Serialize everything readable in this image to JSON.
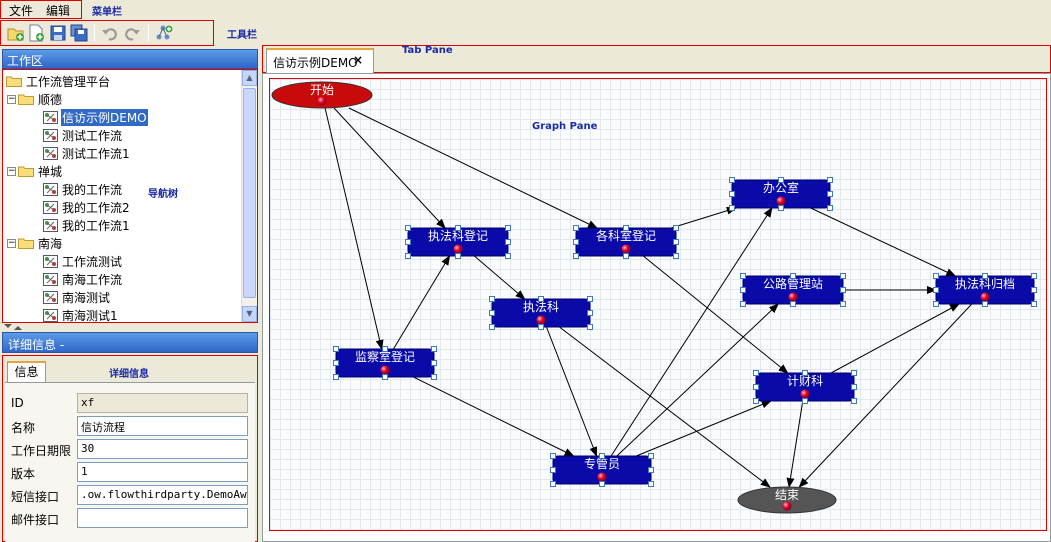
{
  "menu": {
    "items": [
      "文件",
      "编辑"
    ],
    "annotation": "菜单栏"
  },
  "toolbar": {
    "annotation": "工具栏",
    "buttons": [
      "new-folder-icon",
      "new-file-icon",
      "save-icon",
      "save-all-icon",
      "undo-icon",
      "redo-icon",
      "add-node-icon"
    ]
  },
  "nav": {
    "header": "工作区",
    "annotation": "导航树",
    "root": "工作流管理平台",
    "groups": [
      {
        "label": "顺德",
        "items": [
          "信访示例DEMO",
          "测试工作流",
          "测试工作流1"
        ]
      },
      {
        "label": "禅城",
        "items": [
          "我的工作流",
          "我的工作流2",
          "我的工作流1"
        ]
      },
      {
        "label": "南海",
        "items": [
          "工作流测试",
          "南海工作流",
          "南海测试",
          "南海测试1"
        ]
      }
    ],
    "selected": "信访示例DEMO"
  },
  "detail": {
    "header": "详细信息 -",
    "annotation": "详细信息",
    "tab": "信息",
    "fields": [
      {
        "label": "ID",
        "value": "xf",
        "readonly": true
      },
      {
        "label": "名称",
        "value": "信访流程",
        "readonly": false
      },
      {
        "label": "工作日期限",
        "value": "30",
        "readonly": false
      },
      {
        "label": "版本",
        "value": "1",
        "readonly": false
      },
      {
        "label": "短信接口",
        "value": ".ow.flowthirdparty.DemoAwoke",
        "readonly": false
      },
      {
        "label": "邮件接口",
        "value": "",
        "readonly": false
      }
    ]
  },
  "tabs": {
    "annotation": "Tab Pane",
    "active": "信访示例DEMO",
    "close_label": "×"
  },
  "graph": {
    "annotation": "Graph Pane",
    "colors": {
      "task": "#0a0aa8",
      "start": "#c80a0a",
      "end": "#555555",
      "handle": "#3c78c8",
      "port": "#e0002a"
    },
    "nodes": [
      {
        "id": "start",
        "label": "开始",
        "kind": "start"
      },
      {
        "id": "zfl",
        "label": "执法科登记",
        "kind": "task"
      },
      {
        "id": "gks",
        "label": "各科室登记",
        "kind": "task"
      },
      {
        "id": "bgs",
        "label": "办公室",
        "kind": "task"
      },
      {
        "id": "zfk",
        "label": "执法科",
        "kind": "task"
      },
      {
        "id": "glz",
        "label": "公路管理站",
        "kind": "task"
      },
      {
        "id": "zfg",
        "label": "执法科归档",
        "kind": "task"
      },
      {
        "id": "jcs",
        "label": "监察室登记",
        "kind": "task"
      },
      {
        "id": "jck",
        "label": "计财科",
        "kind": "task"
      },
      {
        "id": "zgy",
        "label": "专管员",
        "kind": "task"
      },
      {
        "id": "end",
        "label": "结束",
        "kind": "end"
      }
    ],
    "edges": [
      [
        "start",
        "zfl"
      ],
      [
        "start",
        "gks"
      ],
      [
        "start",
        "jcs"
      ],
      [
        "jcs",
        "zfl"
      ],
      [
        "zfl",
        "zfk"
      ],
      [
        "gks",
        "bgs"
      ],
      [
        "gks",
        "jck"
      ],
      [
        "bgs",
        "zfg"
      ],
      [
        "glz",
        "zfg"
      ],
      [
        "jcs",
        "zgy"
      ],
      [
        "zfk",
        "zgy"
      ],
      [
        "zfk",
        "end"
      ],
      [
        "zgy",
        "bgs"
      ],
      [
        "zgy",
        "glz"
      ],
      [
        "zgy",
        "jck"
      ],
      [
        "jck",
        "zfg"
      ],
      [
        "jck",
        "end"
      ],
      [
        "zfg",
        "end"
      ]
    ]
  }
}
